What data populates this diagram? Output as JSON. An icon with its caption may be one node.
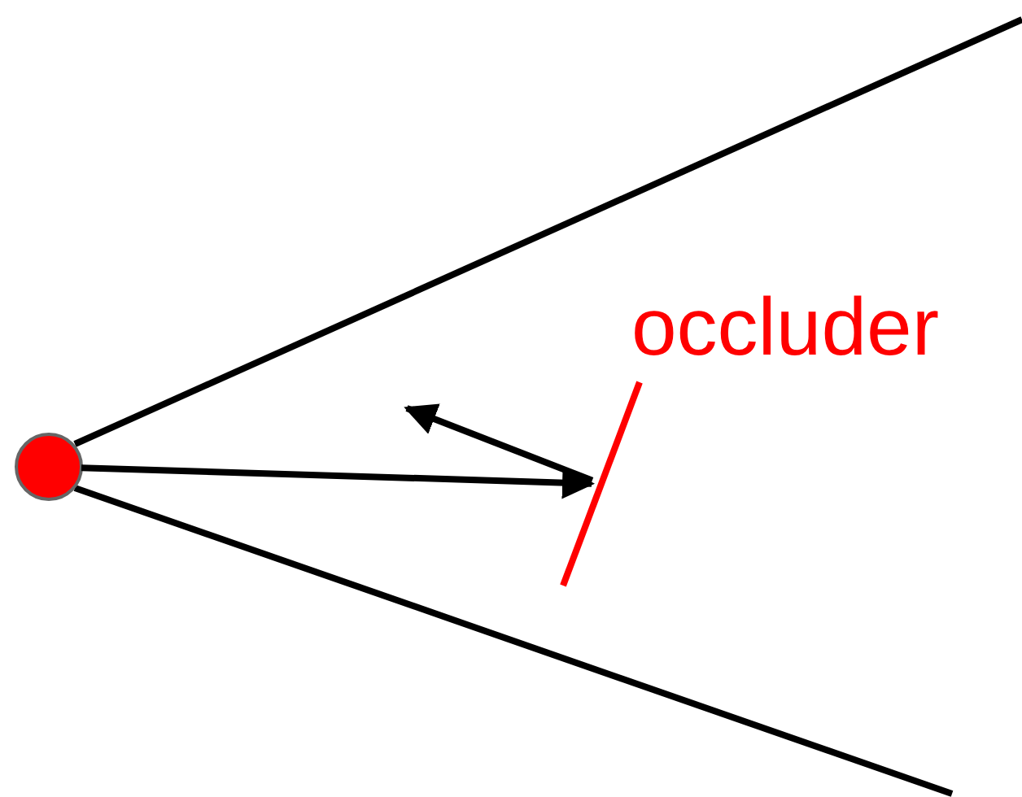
{
  "diagram": {
    "nodes": [
      {
        "text": [],
        "shape": "circle"
      },
      {
        "text": [],
        "shape": "bar",
        "beside": [
          "occluder"
        ]
      }
    ],
    "edges": [
      {
        "from": 0,
        "to": 1,
        "arrow": "to"
      },
      {
        "from": 1,
        "to": null,
        "arrow": "to"
      }
    ]
  }
}
